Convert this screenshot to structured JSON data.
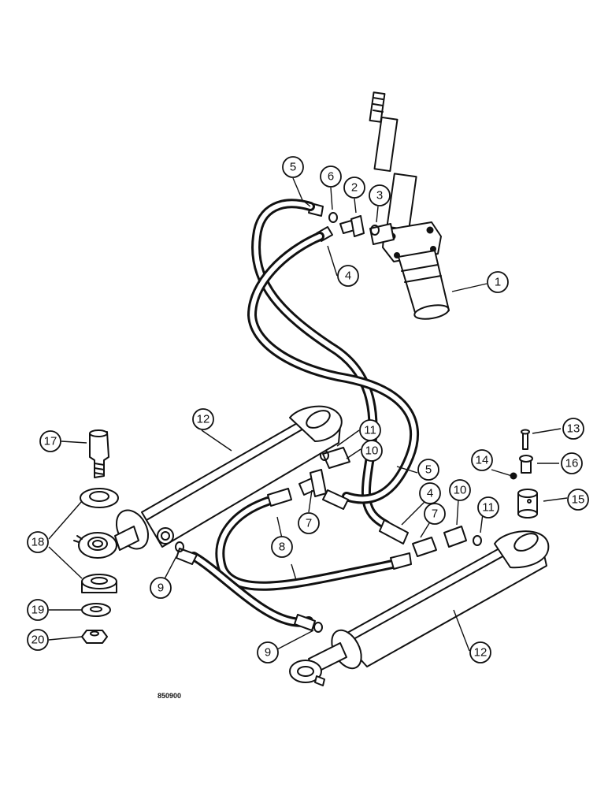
{
  "diagram": {
    "drawing_code": "850900",
    "callouts": [
      {
        "id": "c1",
        "label": "1"
      },
      {
        "id": "c2",
        "label": "2"
      },
      {
        "id": "c3",
        "label": "3"
      },
      {
        "id": "c4a",
        "label": "4"
      },
      {
        "id": "c4b",
        "label": "4"
      },
      {
        "id": "c5a",
        "label": "5"
      },
      {
        "id": "c5b",
        "label": "5"
      },
      {
        "id": "c6",
        "label": "6"
      },
      {
        "id": "c7a",
        "label": "7"
      },
      {
        "id": "c7b",
        "label": "7"
      },
      {
        "id": "c8",
        "label": "8"
      },
      {
        "id": "c9a",
        "label": "9"
      },
      {
        "id": "c9b",
        "label": "9"
      },
      {
        "id": "c10a",
        "label": "10"
      },
      {
        "id": "c10b",
        "label": "10"
      },
      {
        "id": "c11a",
        "label": "11"
      },
      {
        "id": "c11b",
        "label": "11"
      },
      {
        "id": "c12a",
        "label": "12"
      },
      {
        "id": "c12b",
        "label": "12"
      },
      {
        "id": "c13",
        "label": "13"
      },
      {
        "id": "c14",
        "label": "14"
      },
      {
        "id": "c15",
        "label": "15"
      },
      {
        "id": "c16",
        "label": "16"
      },
      {
        "id": "c17",
        "label": "17"
      },
      {
        "id": "c18",
        "label": "18"
      },
      {
        "id": "c19",
        "label": "19"
      },
      {
        "id": "c20",
        "label": "20"
      }
    ]
  }
}
